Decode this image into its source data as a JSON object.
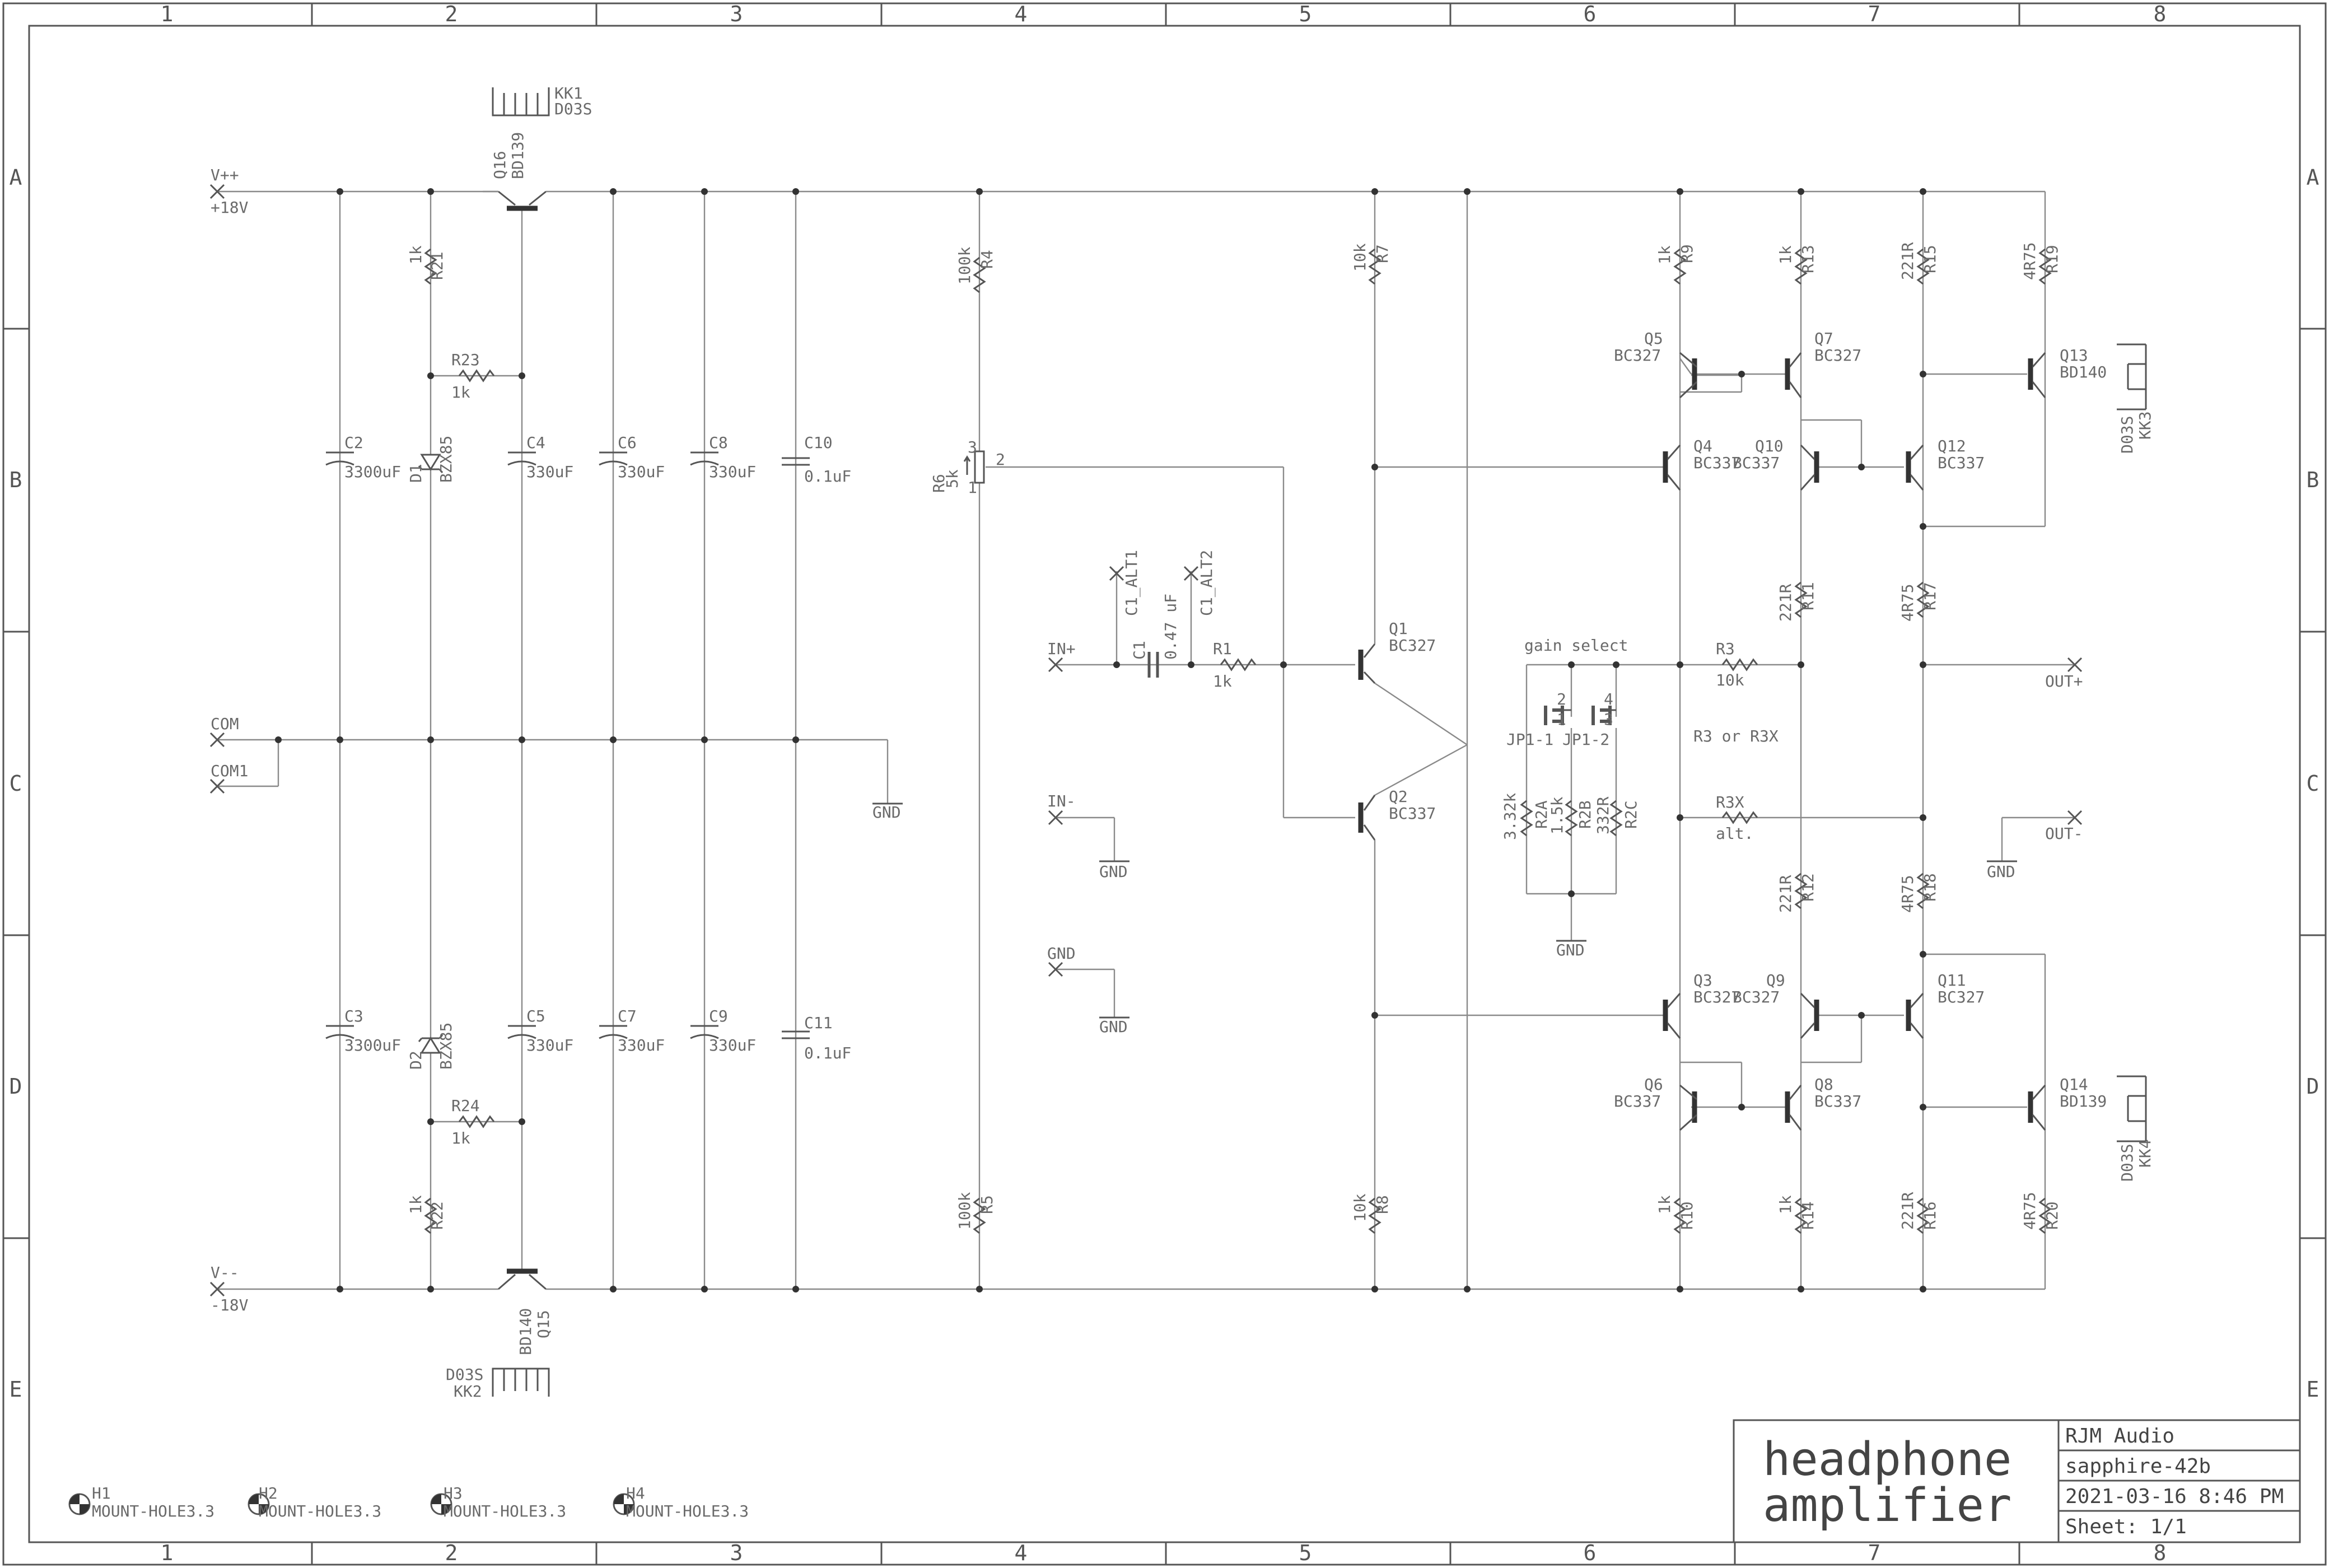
{
  "sheet": {
    "columns": [
      "1",
      "2",
      "3",
      "4",
      "5",
      "6",
      "7",
      "8"
    ],
    "rows": [
      "A",
      "B",
      "C",
      "D",
      "E"
    ]
  },
  "title_block": {
    "title_line1": "headphone",
    "title_line2": "amplifier",
    "company": "RJM Audio",
    "project": "sapphire-42b",
    "date": "2021-03-16 8:46 PM",
    "sheet_no": "Sheet: 1/1"
  },
  "labels": {
    "kk1": "KK1",
    "kk1v": "D03S",
    "kk2": "KK2",
    "kk2v": "D03S",
    "kk3": "KK3",
    "kk3v": "D03S",
    "kk4": "KK4",
    "kk4v": "D03S",
    "q16": "Q16",
    "q16v": "BD139",
    "q15": "Q15",
    "q15v": "BD140",
    "vpp": "V++",
    "vppv": "+18V",
    "vmm": "V--",
    "vmmv": "-18V",
    "com": "COM",
    "com1": "COM1",
    "gnd": "GND",
    "r21": "R21",
    "r21v": "1k",
    "r22": "R22",
    "r22v": "1k",
    "r23": "R23",
    "r23v": "1k",
    "r24": "R24",
    "r24v": "1k",
    "d1": "D1",
    "d1v": "BZX85",
    "d2": "D2",
    "d2v": "BZX85",
    "c2": "C2",
    "c2v": "3300uF",
    "c3": "C3",
    "c3v": "3300uF",
    "c4": "C4",
    "c4v": "330uF",
    "c5": "C5",
    "c5v": "330uF",
    "c6": "C6",
    "c6v": "330uF",
    "c7": "C7",
    "c7v": "330uF",
    "c8": "C8",
    "c8v": "330uF",
    "c9": "C9",
    "c9v": "330uF",
    "c10": "C10",
    "c10v": "0.1uF",
    "c11": "C11",
    "c11v": "0.1uF",
    "r4": "R4",
    "r4v": "100k",
    "r5": "R5",
    "r5v": "100k",
    "r6": "R6",
    "r6v": "5k",
    "pin1": "1",
    "pin2": "2",
    "pin3": "3",
    "pin4": "4",
    "inp": "IN+",
    "inm": "IN-",
    "c1": "C1",
    "c1v": "0.47 uF",
    "c1alt1": "C1_ALT1",
    "c1alt2": "C1_ALT2",
    "r1": "R1",
    "r1v": "1k",
    "q1": "Q1",
    "q1v": "BC327",
    "q2": "Q2",
    "q2v": "BC337",
    "r7": "R7",
    "r7v": "10k",
    "r8": "R8",
    "r8v": "10k",
    "gainsel": "gain select",
    "jp11": "JP1-1",
    "jp12": "JP1-2",
    "r2a": "R2A",
    "r2av": "3.32k",
    "r2b": "R2B",
    "r2bv": "1.5k",
    "r2c": "R2C",
    "r2cv": "332R",
    "r3": "R3",
    "r3v": "10k",
    "r3x": "R3X",
    "r3xv": "alt.",
    "r3or": "R3 or R3X",
    "q3": "Q3",
    "q3v": "BC327",
    "q4": "Q4",
    "q4v": "BC337",
    "q5": "Q5",
    "q5v": "BC327",
    "q6": "Q6",
    "q6v": "BC337",
    "q7": "Q7",
    "q7v": "BC327",
    "q8": "Q8",
    "q8v": "BC337",
    "q9": "Q9",
    "q9v": "BC327",
    "q10": "Q10",
    "q10v": "BC337",
    "q11": "Q11",
    "q11v": "BC327",
    "q12": "Q12",
    "q12v": "BC337",
    "q13": "Q13",
    "q13v": "BD140",
    "q14": "Q14",
    "q14v": "BD139",
    "r9": "R9",
    "r9v": "1k",
    "r10": "R10",
    "r10v": "1k",
    "r11": "R11",
    "r11v": "221R",
    "r12": "R12",
    "r12v": "221R",
    "r13": "R13",
    "r13v": "1k",
    "r14": "R14",
    "r14v": "1k",
    "r15": "R15",
    "r15v": "221R",
    "r16": "R16",
    "r16v": "221R",
    "r17": "R17",
    "r17v": "4R75",
    "r18": "R18",
    "r18v": "4R75",
    "r19": "R19",
    "r19v": "4R75",
    "r20": "R20",
    "r20v": "4R75",
    "outp": "OUT+",
    "outm": "OUT-",
    "h1": "H1",
    "h2": "H2",
    "h3": "H3",
    "h4": "H4",
    "mh": "MOUNT-HOLE3.3"
  },
  "colors": {
    "wire": "#8a8a8a",
    "symbol": "#333333",
    "text": "#6a6a6a"
  }
}
